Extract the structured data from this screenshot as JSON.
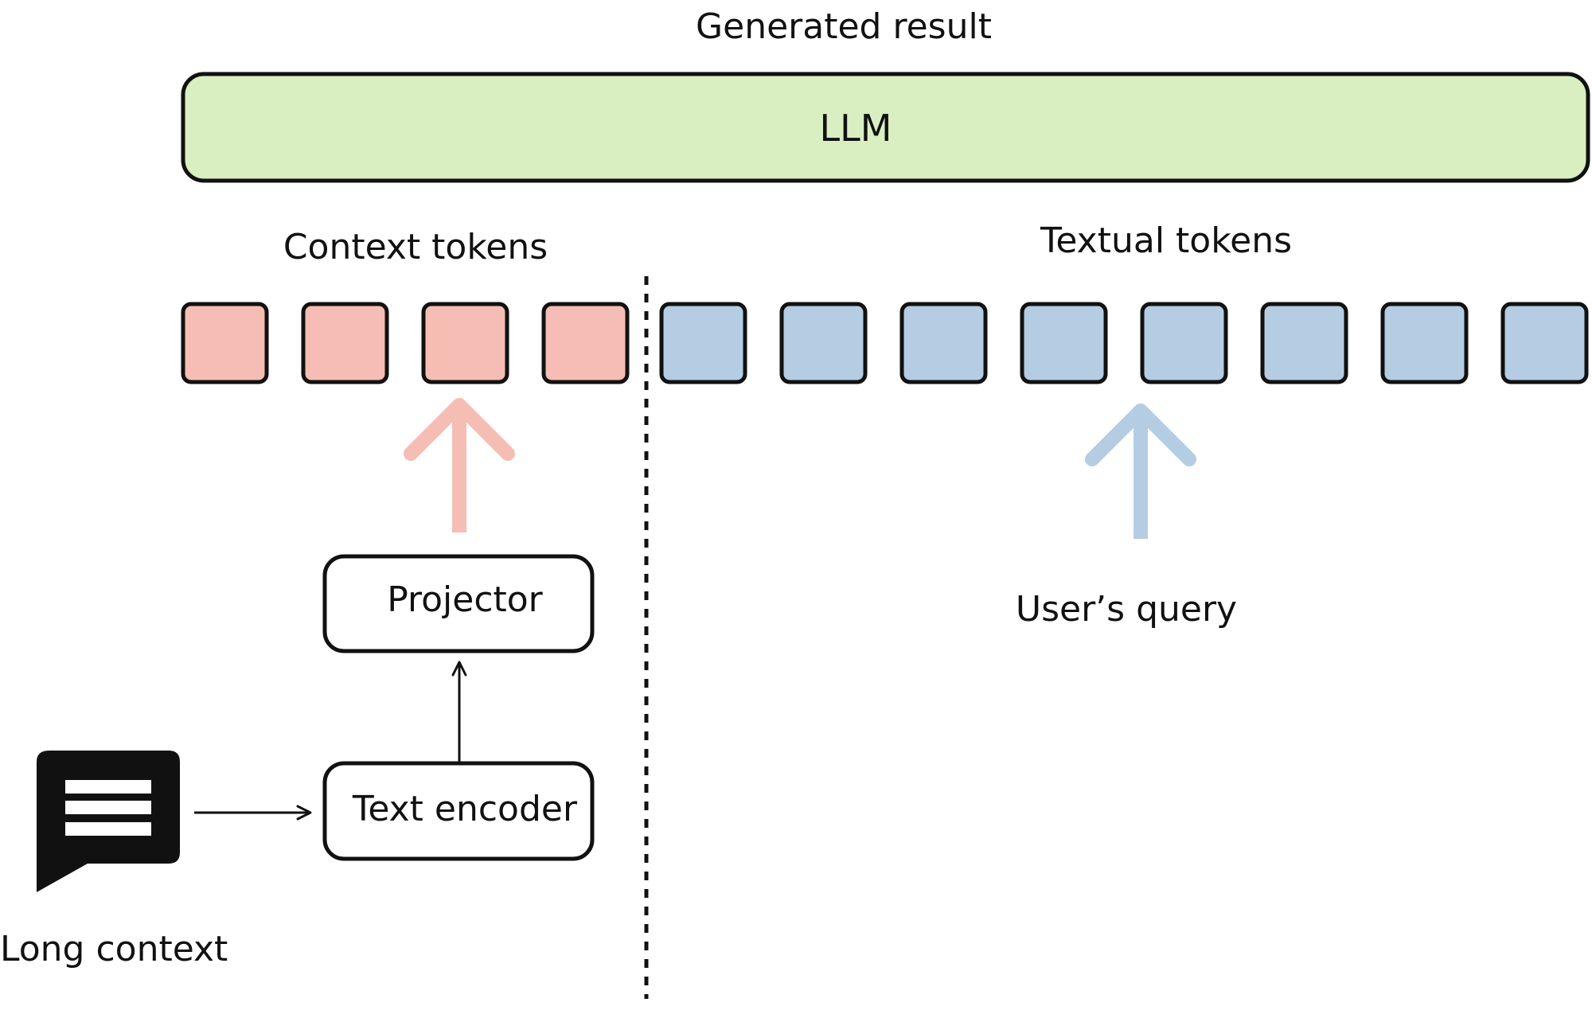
{
  "diagram": {
    "output_label": "Generated result",
    "llm_label": "LLM",
    "context_tokens_label": "Context tokens",
    "textual_tokens_label": "Textual tokens",
    "projector_label": "Projector",
    "text_encoder_label": "Text encoder",
    "long_context_label": "Long context",
    "user_query_label": "User’s query",
    "context_token_count": 4,
    "textual_token_count": 8,
    "icons": {
      "document": "chat-bubble-document-icon"
    },
    "colors": {
      "llm_fill": "#d9efc1",
      "context_token_fill": "#f5bdb3",
      "textual_token_fill": "#b4cde3",
      "context_arrow": "#f5bdb3",
      "query_arrow": "#b4cde3",
      "stroke": "#111111"
    }
  }
}
